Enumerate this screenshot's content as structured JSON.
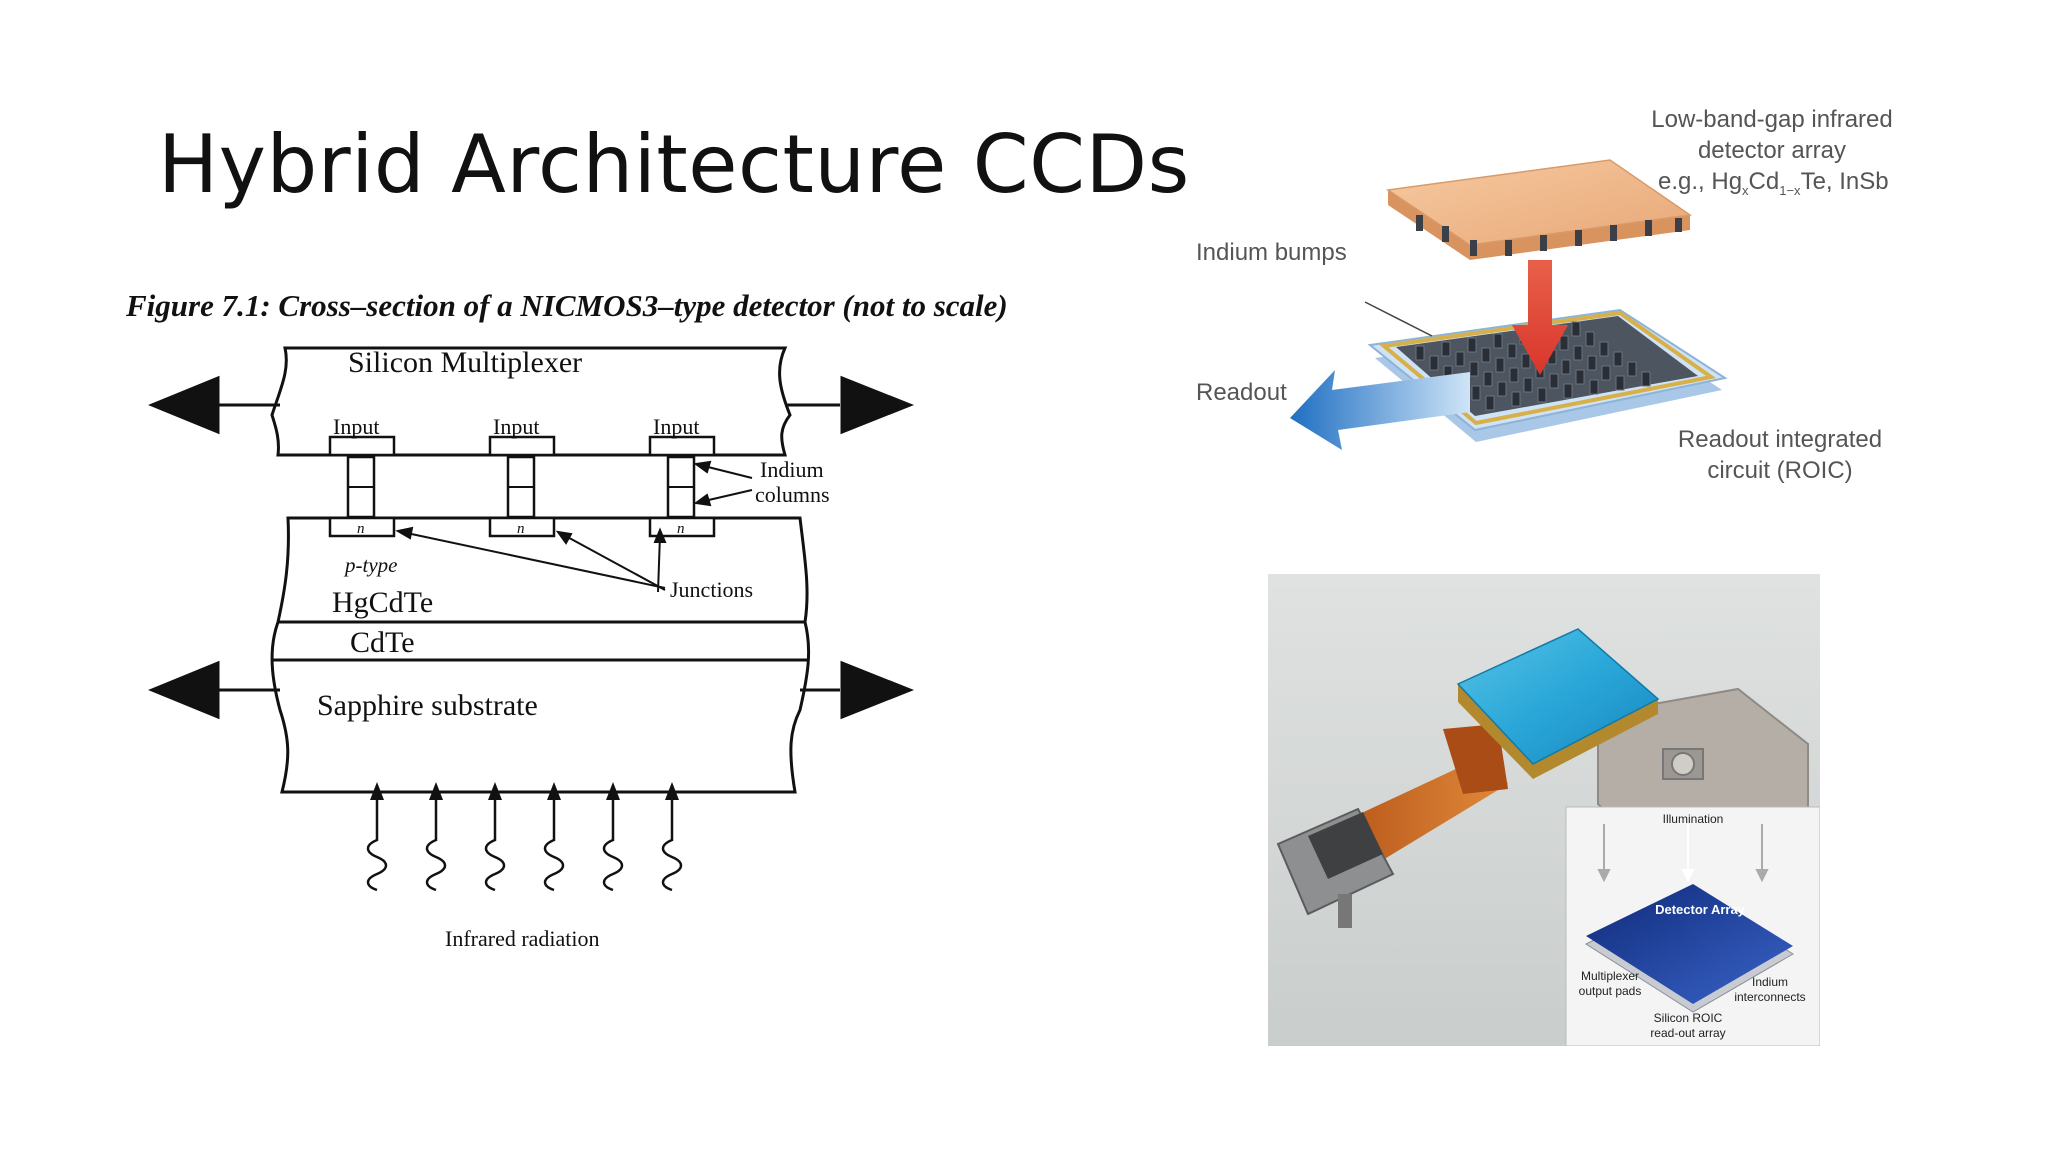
{
  "slide": {
    "title": "Hybrid Architecture CCDs"
  },
  "figure_left": {
    "caption": "Figure 7.1: Cross–section of a NICMOS3–type detector (not to scale)",
    "multiplexer_label": "Silicon Multiplexer",
    "input_label": "Input",
    "n_label": "n",
    "indium_columns_line1": "Indium",
    "indium_columns_line2": "columns",
    "p_type_label": "p-type",
    "hgcdte_label": "HgCdTe",
    "junctions_label": "Junctions",
    "cdte_label": "CdTe",
    "sapphire_label": "Sapphire substrate",
    "infrared_label": "Infrared radiation"
  },
  "figure_top_right": {
    "detector_line1": "Low-band-gap infrared",
    "detector_line2": "detector array",
    "detector_line3_prefix": "e.g., Hg",
    "sub_x": "x",
    "cd": "Cd",
    "sub_1mx": "1−x",
    "detector_line3_suffix": "Te, InSb",
    "indium_bumps_label": "Indium bumps",
    "readout_label": "Readout",
    "roic_line1": "Readout integrated",
    "roic_line2": "circuit (ROIC)"
  },
  "photo_bottom_right": {
    "illumination_label": "Illumination",
    "detector_array_label": "Detector Array",
    "mux_pads_line1": "Multiplexer",
    "mux_pads_line2": "output pads",
    "indium_int_line1": "Indium",
    "indium_int_line2": "interconnects",
    "silicon_roic_line1": "Silicon ROIC",
    "silicon_roic_line2": "read-out array"
  }
}
